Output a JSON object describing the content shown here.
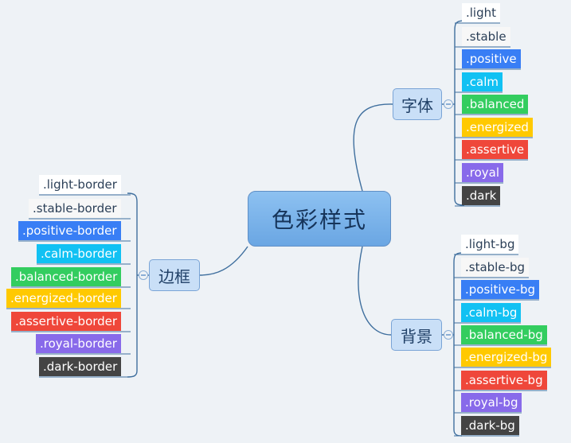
{
  "central": "色彩样式",
  "branches": {
    "font": {
      "label": "字体",
      "items": [
        ".light",
        ".stable",
        ".positive",
        ".calm",
        ".balanced",
        ".energized",
        ".assertive",
        ".royal",
        ".dark"
      ]
    },
    "border": {
      "label": "边框",
      "items": [
        ".light-border",
        ".stable-border",
        ".positive-border",
        ".calm-border",
        ".balanced-border",
        ".energized-border",
        ".assertive-border",
        ".royal-border",
        ".dark-border"
      ]
    },
    "bg": {
      "label": "背景",
      "items": [
        ".light-bg",
        ".stable-bg",
        ".positive-bg",
        ".calm-bg",
        ".balanced-bg",
        ".energized-bg",
        ".assertive-bg",
        ".royal-bg",
        ".dark-bg"
      ]
    }
  },
  "colors": {
    "light": "#ffffff",
    "stable": "#f8f8f8",
    "positive": "#387ef5",
    "calm": "#11c1f3",
    "balanced": "#33cd5f",
    "energized": "#ffc900",
    "assertive": "#ef473a",
    "royal": "#886aea",
    "dark": "#444444",
    "wire": "#3f6f9e"
  }
}
